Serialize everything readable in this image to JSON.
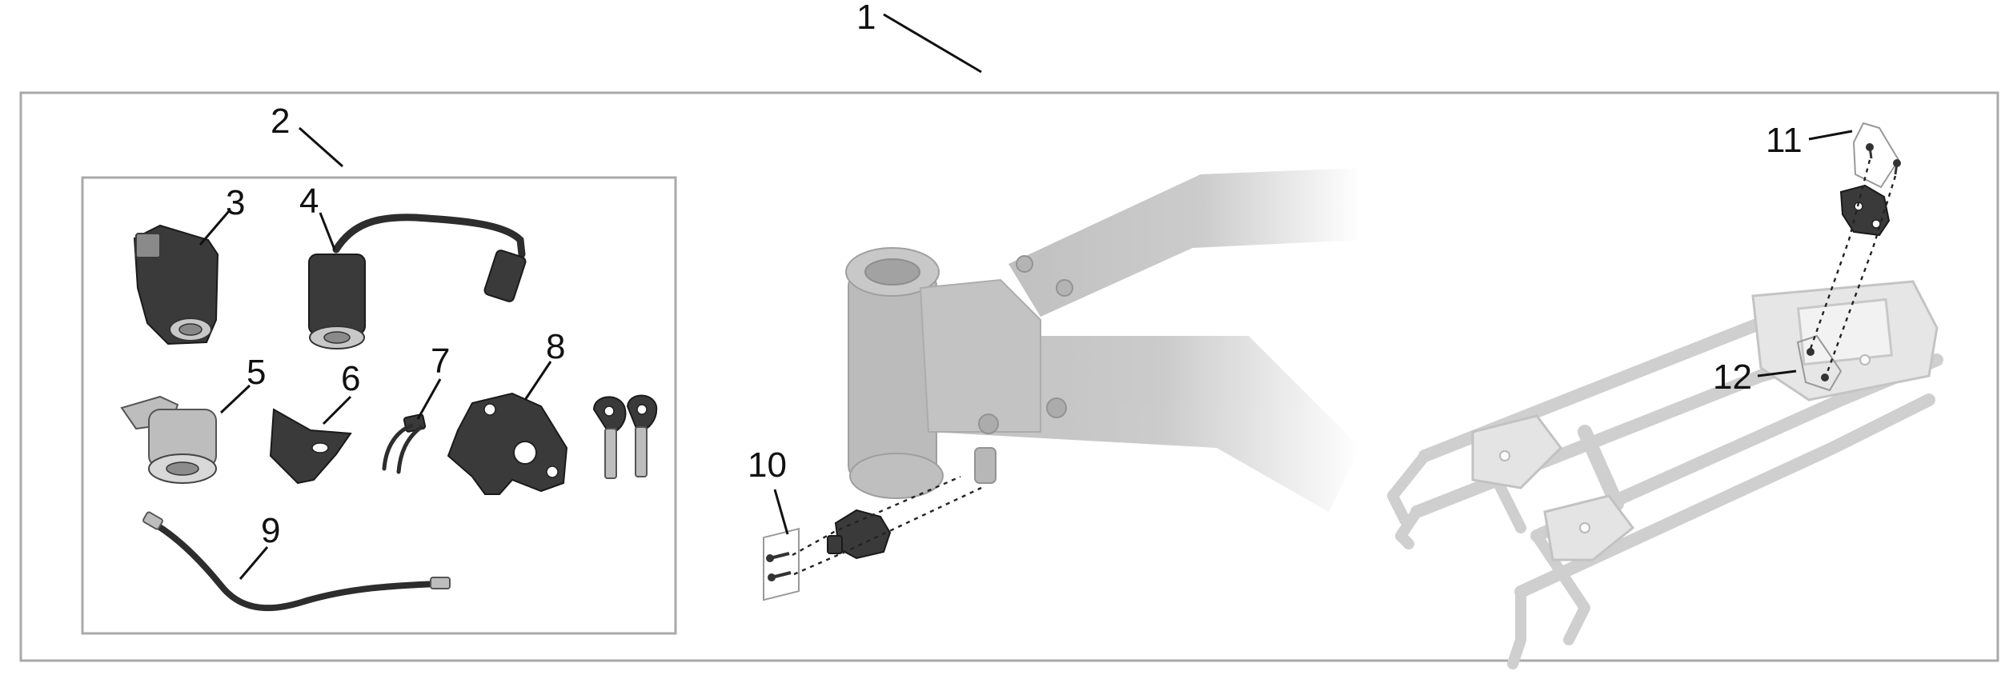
{
  "callouts": {
    "c1": "1",
    "c2": "2",
    "c3": "3",
    "c4": "4",
    "c5": "5",
    "c6": "6",
    "c7": "7",
    "c8": "8",
    "c9": "9",
    "c10": "10",
    "c11": "11",
    "c12": "12"
  },
  "colors": {
    "border_gray": "#a9a9a9",
    "frame_gray": "#cfcfcf",
    "part_dark": "#3a3a3a",
    "text": "#111111"
  }
}
